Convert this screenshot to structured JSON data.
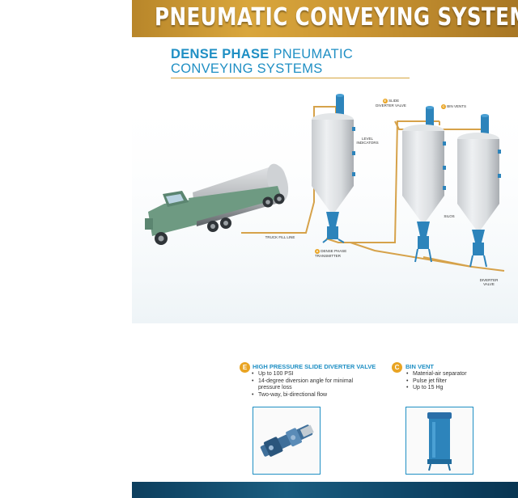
{
  "banner": {
    "title": "PNEUMATIC CONVEYING SYSTEMS"
  },
  "heading": {
    "line1_bold": "DENSE PHASE",
    "line1_light": "PNEUMATIC",
    "line2": "CONVEYING SYSTEMS"
  },
  "diagram": {
    "labels": {
      "slide_diverter_valve": "SLIDE DIVERTER VALVE",
      "bin_vents": "BIN VENTS",
      "level_indicators": "LEVEL INDICATORS",
      "silos": "SILOS",
      "truck_fill_line": "TRUCK FILL LINE",
      "dense_phase_transmitter": "DENSE PHASE TRANSMITTER",
      "diverter_valve": "DIVERTER VALVE"
    },
    "badges": {
      "slide_diverter_valve": "E",
      "bin_vents": "C",
      "dense_phase_transmitter": "A"
    }
  },
  "sections": [
    {
      "badge": "E",
      "title": "HIGH PRESSURE SLIDE DIVERTER VALVE",
      "bullets": [
        "Up to 100 PSI",
        "14-degree diversion angle for minimal pressure loss",
        "Two-way, bi-directional flow"
      ]
    },
    {
      "badge": "C",
      "title": "BIN VENT",
      "bullets": [
        "Material-air separator",
        "Pulse jet filter",
        "Up to 15 Hg"
      ]
    }
  ],
  "colors": {
    "accent_blue": "#1f8fc4",
    "accent_gold": "#e9a423",
    "truck_green": "#6e9a82",
    "silo_blue": "#2d84bb"
  }
}
